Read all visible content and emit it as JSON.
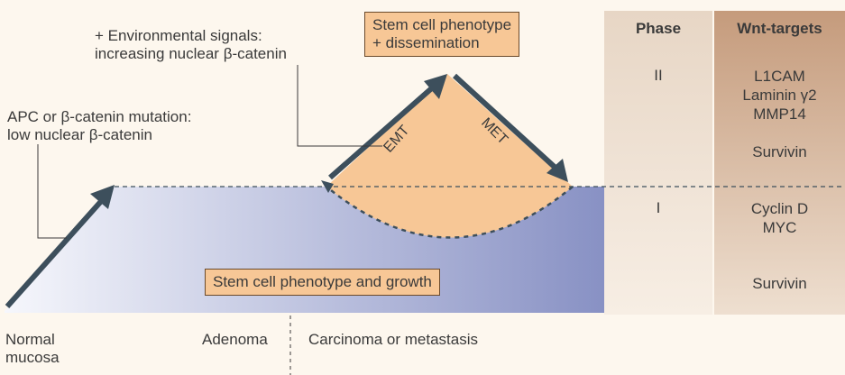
{
  "labels": {
    "env_line1": "+ Environmental signals:",
    "env_line2": "increasing nuclear β-catenin",
    "apc_line1": "APC or β-catenin mutation:",
    "apc_line2": "low nuclear β-catenin",
    "stem_top_line1": "Stem cell phenotype",
    "stem_top_line2": "+ dissemination",
    "stem_bottom": "Stem cell phenotype and growth",
    "emt": "EMT",
    "met": "MET"
  },
  "stages": {
    "normal_line1": "Normal",
    "normal_line2": "mucosa",
    "adenoma": "Adenoma",
    "carcinoma": "Carcinoma or metastasis"
  },
  "table": {
    "phase_header": "Phase",
    "targets_header": "Wnt-targets",
    "phase_ii": "II",
    "phase_i": "I",
    "targets_ii": [
      "L1CAM",
      "Laminin γ2",
      "MMP14"
    ],
    "survivin_ii": "Survivin",
    "targets_i": [
      "Cyclin D",
      "MYC"
    ],
    "survivin_i": "Survivin"
  },
  "colors": {
    "arrow": "#3d4f5c",
    "peach": "#f7c796",
    "blue_dark": "#8a95c4",
    "blue_light": "#f2f4fb",
    "targets_col": "#c9a184"
  }
}
